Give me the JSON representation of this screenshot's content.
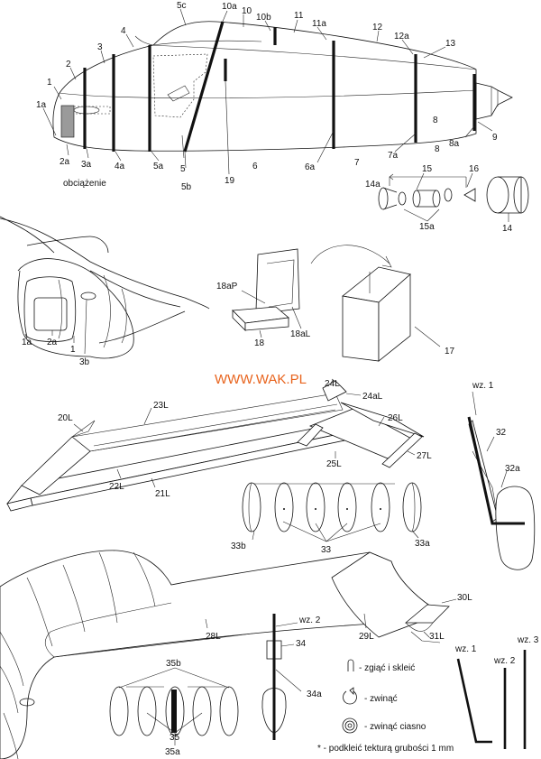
{
  "watermark": "WWW.WAK.PL",
  "fuselage_labels": {
    "l1a": "1a",
    "l1": "1",
    "l2": "2",
    "l3": "3",
    "l4": "4",
    "l5c": "5c",
    "l10a": "10a",
    "l10": "10",
    "l10b": "10b",
    "l11": "11",
    "l11a": "11a",
    "l12": "12",
    "l12a": "12a",
    "l13": "13",
    "l2a": "2a",
    "l3a": "3a",
    "l4a": "4a",
    "l5a": "5a",
    "l5": "5",
    "l5b": "5b",
    "l19": "19",
    "l6": "6",
    "l6a": "6a",
    "l7": "7",
    "l7a": "7a",
    "l8": "8",
    "l8a": "8a",
    "l9": "9",
    "weight": "obciążenie"
  },
  "cone_labels": {
    "l14a": "14a",
    "l15": "15",
    "l16": "16",
    "l15a": "15a",
    "l14": "14"
  },
  "nose_labels": {
    "l1a": "1a",
    "l2a": "2a",
    "l1": "1",
    "l3b": "3b"
  },
  "seat_labels": {
    "l18aP": "18aP",
    "l18aL": "18aL",
    "l18": "18",
    "l17": "17"
  },
  "wing_labels": {
    "l24L": "24L",
    "l24aL": "24aL",
    "l20L": "20L",
    "l23L": "23L",
    "l26L": "26L",
    "l25L": "25L",
    "l27L": "27L",
    "l22L": "22L",
    "l21L": "21L"
  },
  "ring_labels": {
    "l33b": "33b",
    "l33": "33",
    "l33a": "33a"
  },
  "strut_labels": {
    "lwz1": "wz. 1",
    "l32": "32",
    "l32a": "32a"
  },
  "bottom_labels": {
    "l30L": "30L",
    "l28L": "28L",
    "l29L": "29L",
    "l31L": "31L",
    "lwz2": "wz. 2",
    "l34": "34",
    "l34a": "34a",
    "l35b": "35b",
    "l35": "35",
    "l35a": "35a"
  },
  "legend": {
    "fold": "- zgiąć i skleić",
    "roll": "- zwinąć",
    "rolltight": "- zwinąć ciasno",
    "note": "* - podkleić tekturą grubości 1 mm"
  },
  "wires": {
    "w1": "wz. 1",
    "w2": "wz. 2",
    "w3": "wz. 3"
  }
}
